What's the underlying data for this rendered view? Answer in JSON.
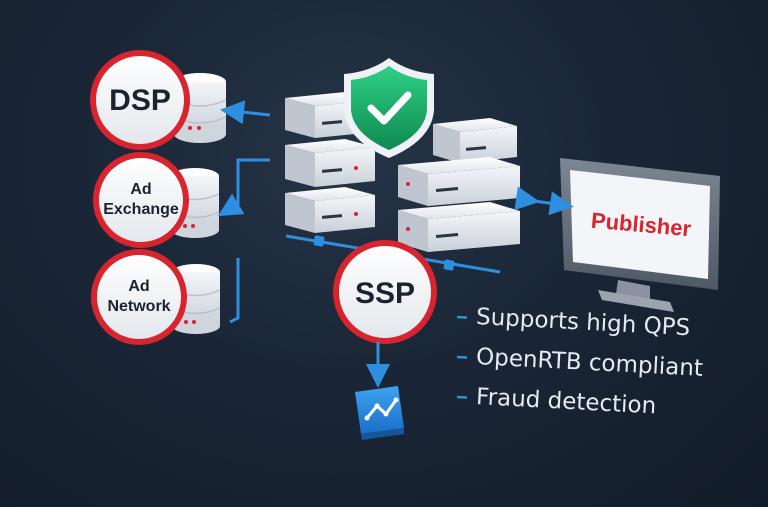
{
  "nodes": {
    "dsp": "DSP",
    "ad_exchange": [
      "Ad",
      "Exchange"
    ],
    "ad_network": [
      "Ad",
      "Network"
    ],
    "ssp": "SSP",
    "publisher": "Publisher"
  },
  "features": [
    "Supports high QPS",
    "OpenRTB compliant",
    "Fraud detection"
  ],
  "colors": {
    "accent_red": "#d8242e",
    "connector_blue": "#2e8fe0",
    "shield_green": "#1fae6a",
    "background": "#1a2636"
  },
  "icons": [
    "shield-check-icon",
    "server-stack-icon",
    "database-icon",
    "monitor-icon",
    "analytics-chart-icon"
  ]
}
